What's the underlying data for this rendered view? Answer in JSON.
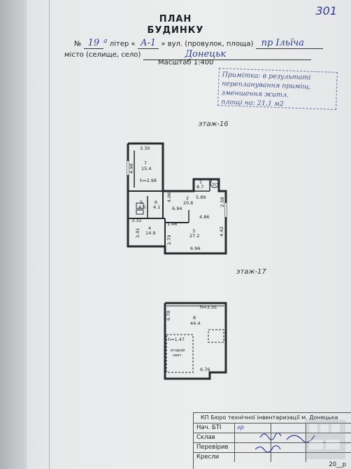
{
  "header": {
    "corner_number": "301",
    "title_line1": "ПЛАН",
    "title_line2": "БУДИНКУ",
    "number_label": "№",
    "number_value": "19",
    "number_suffix": "а",
    "litera_label": "літер «",
    "litera_value": "А-1",
    "litera_close": "»",
    "street_label": "вул. (провулок, площа)",
    "street_value": "пр Ільїча",
    "city_label": "місто (селище, село)",
    "city_value": "Донецьк",
    "scale": "Масштаб 1:400"
  },
  "stamp": {
    "lines": [
      "Примітка: в результаті",
      "перепланування приміщ.",
      "зменшення житл.",
      "площі на: 21,1 м2"
    ]
  },
  "floor16": {
    "label": "этаж-16",
    "rooms": [
      {
        "num": "7",
        "area": "15.4"
      },
      {
        "num": "1",
        "area": "8.7"
      },
      {
        "num": "2",
        "area": "20.6"
      },
      {
        "num": "5",
        "area": "4.6"
      },
      {
        "num": "6",
        "area": "4.1"
      },
      {
        "num": "4",
        "area": "14.9"
      },
      {
        "num": "3",
        "area": "27.2"
      }
    ],
    "dims": {
      "top_left": "3.30",
      "left_vert": "4.90",
      "height_mark": "h=2.98",
      "d_585": "5.89",
      "d_406": "4.06",
      "d_694": "6.94",
      "d_258": "2.58",
      "d_332": "3.32",
      "d_146": "1.46",
      "d_486": "4.86",
      "d_442": "4.42",
      "d_391": "3.91",
      "d_279": "2.79",
      "d_696": "6.96",
      "circle": "315"
    }
  },
  "floor17": {
    "label": "этаж-17",
    "room": {
      "num": "8",
      "area": "44.4"
    },
    "height_mark": "h=3.35",
    "stair_height": "h=1.47",
    "stair_label_1": "второй",
    "stair_label_2": "свет",
    "left_vert": "6.78",
    "bottom": "6.76"
  },
  "table": {
    "header": "КП Бюро технічної інвентаризації м. Донецька",
    "rows": [
      {
        "label": "Нач. БТІ",
        "value": "гр"
      },
      {
        "label": "Склав",
        "value": ""
      },
      {
        "label": "Перевірив",
        "value": ""
      },
      {
        "label": "Кресли",
        "value": ""
      }
    ],
    "year": "20__р"
  },
  "colors": {
    "ink_blue": "#2b3c9c",
    "line": "#2a2a2e"
  }
}
